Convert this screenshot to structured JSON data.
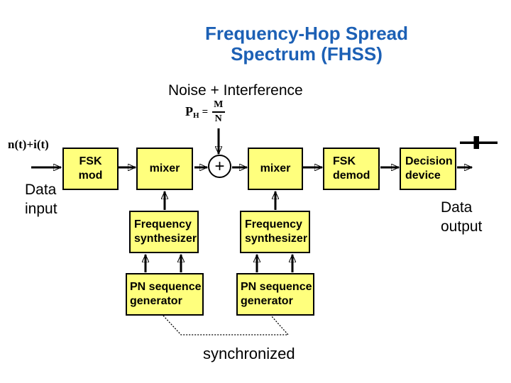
{
  "slide": {
    "title": "Frequency-Hop Spread\nSpectrum (FHSS)",
    "subtitle": "Noise + Interference"
  },
  "formula": {
    "lhs": "P",
    "lhs_sub": "H",
    "equals": "=",
    "numerator": "M",
    "denominator": "N"
  },
  "labels": {
    "input_signal": "n(t)+i(t)",
    "data_input": "Data\ninput",
    "data_output": "Data\noutput",
    "synchronized": "synchronized"
  },
  "blocks": {
    "fsk_mod": "FSK\nmod",
    "mixer_tx": "mixer",
    "mixer_rx": "mixer",
    "fsk_demod": "FSK\ndemod",
    "decision_device": "Decision\ndevice",
    "freq_synth_tx": "Frequency\nsynthesizer",
    "freq_synth_rx": "Frequency\nsynthesizer",
    "pn_gen_tx": "PN sequence\ngenerator",
    "pn_gen_rx": "PN sequence\ngenerator"
  },
  "adder": {
    "symbol": "+"
  },
  "colors": {
    "title_blue": "#1C60B5",
    "block_fill": "#FFFF7D",
    "block_border": "#000000",
    "text": "#000000",
    "background": "#FFFFFF"
  }
}
